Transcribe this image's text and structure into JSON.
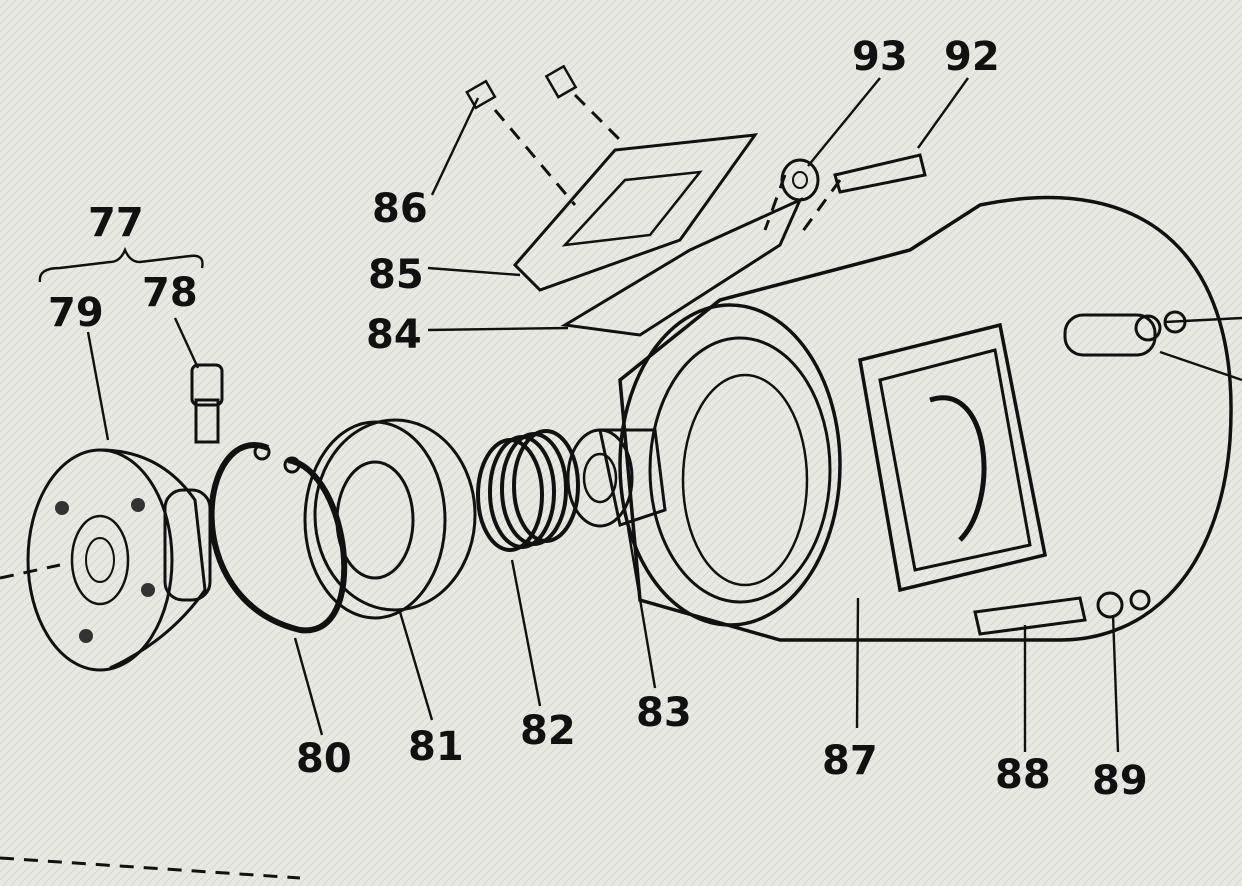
{
  "diagram": {
    "callouts": [
      {
        "id": "77",
        "label": "77"
      },
      {
        "id": "78",
        "label": "78"
      },
      {
        "id": "79",
        "label": "79"
      },
      {
        "id": "80",
        "label": "80"
      },
      {
        "id": "81",
        "label": "81"
      },
      {
        "id": "82",
        "label": "82"
      },
      {
        "id": "83",
        "label": "83"
      },
      {
        "id": "84",
        "label": "84"
      },
      {
        "id": "85",
        "label": "85"
      },
      {
        "id": "86",
        "label": "86"
      },
      {
        "id": "87",
        "label": "87"
      },
      {
        "id": "88",
        "label": "88"
      },
      {
        "id": "89",
        "label": "89"
      },
      {
        "id": "92",
        "label": "92"
      },
      {
        "id": "93",
        "label": "93"
      }
    ]
  }
}
